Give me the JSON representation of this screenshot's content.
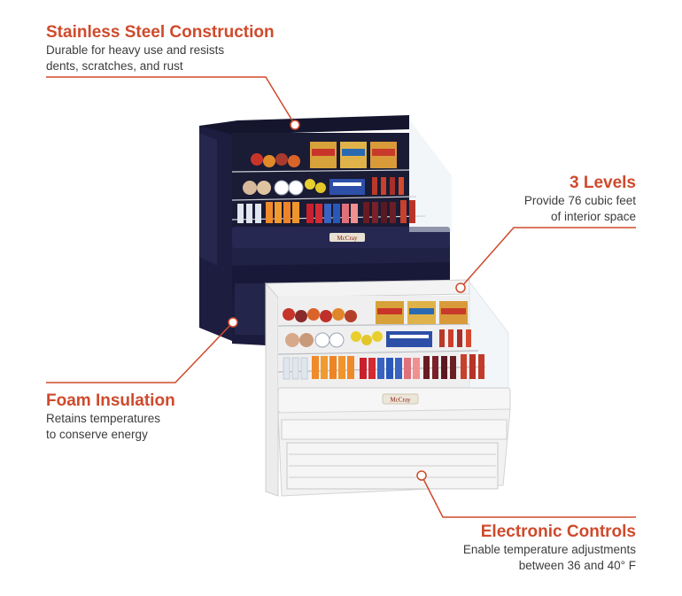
{
  "callouts": {
    "steel": {
      "title": "Stainless Steel Construction",
      "line1": "Durable for heavy use and resists",
      "line2": "dents, scratches, and rust"
    },
    "levels": {
      "title": "3 Levels",
      "line1": "Provide 76 cubic feet",
      "line2": "of interior space"
    },
    "foam": {
      "title": "Foam Insulation",
      "line1": "Retains temperatures",
      "line2": "to conserve energy"
    },
    "elec": {
      "title": "Electronic Controls",
      "line1": "Enable temperature adjustments",
      "line2": "between 36 and 40° F"
    }
  },
  "brand": {
    "black_unit": "McCray",
    "white_unit": "McCray"
  },
  "colors": {
    "accent": "#cf4a2c",
    "callout_line": "#cf4a2c",
    "unit_dark": "#1b1c3d",
    "unit_light": "#f4f4f4"
  }
}
